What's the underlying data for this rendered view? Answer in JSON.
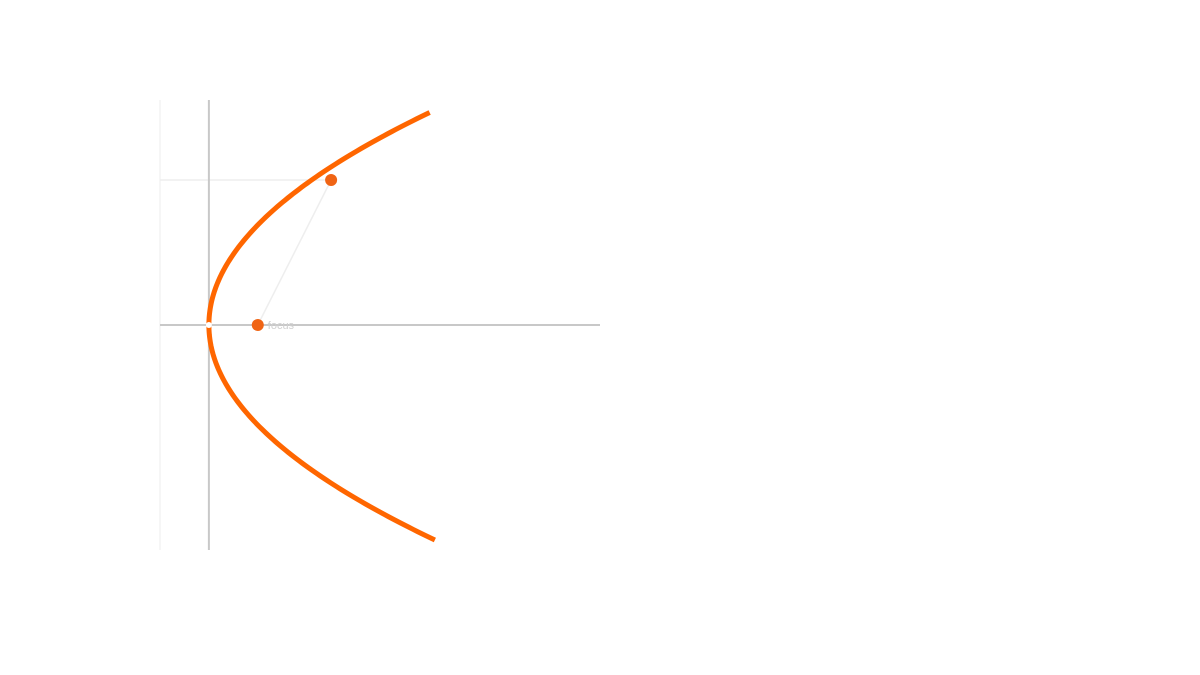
{
  "diagram": {
    "equation": "y^2 = 4ax",
    "a": 1,
    "x_range": [
      -1,
      8
    ],
    "y_range": [
      -4.5,
      4.5
    ],
    "curve_t_range": [
      -4.3,
      4.25
    ],
    "point_on_curve": {
      "x": 2.5,
      "y": 2.9
    },
    "focus": {
      "x": 1,
      "y": 0,
      "label": "focus"
    },
    "colors": {
      "curve": "#ff6600",
      "point": "#f06414",
      "axis": "#c8c8c8",
      "guide": "#eeeeee",
      "label": "#d0d0d0"
    }
  }
}
